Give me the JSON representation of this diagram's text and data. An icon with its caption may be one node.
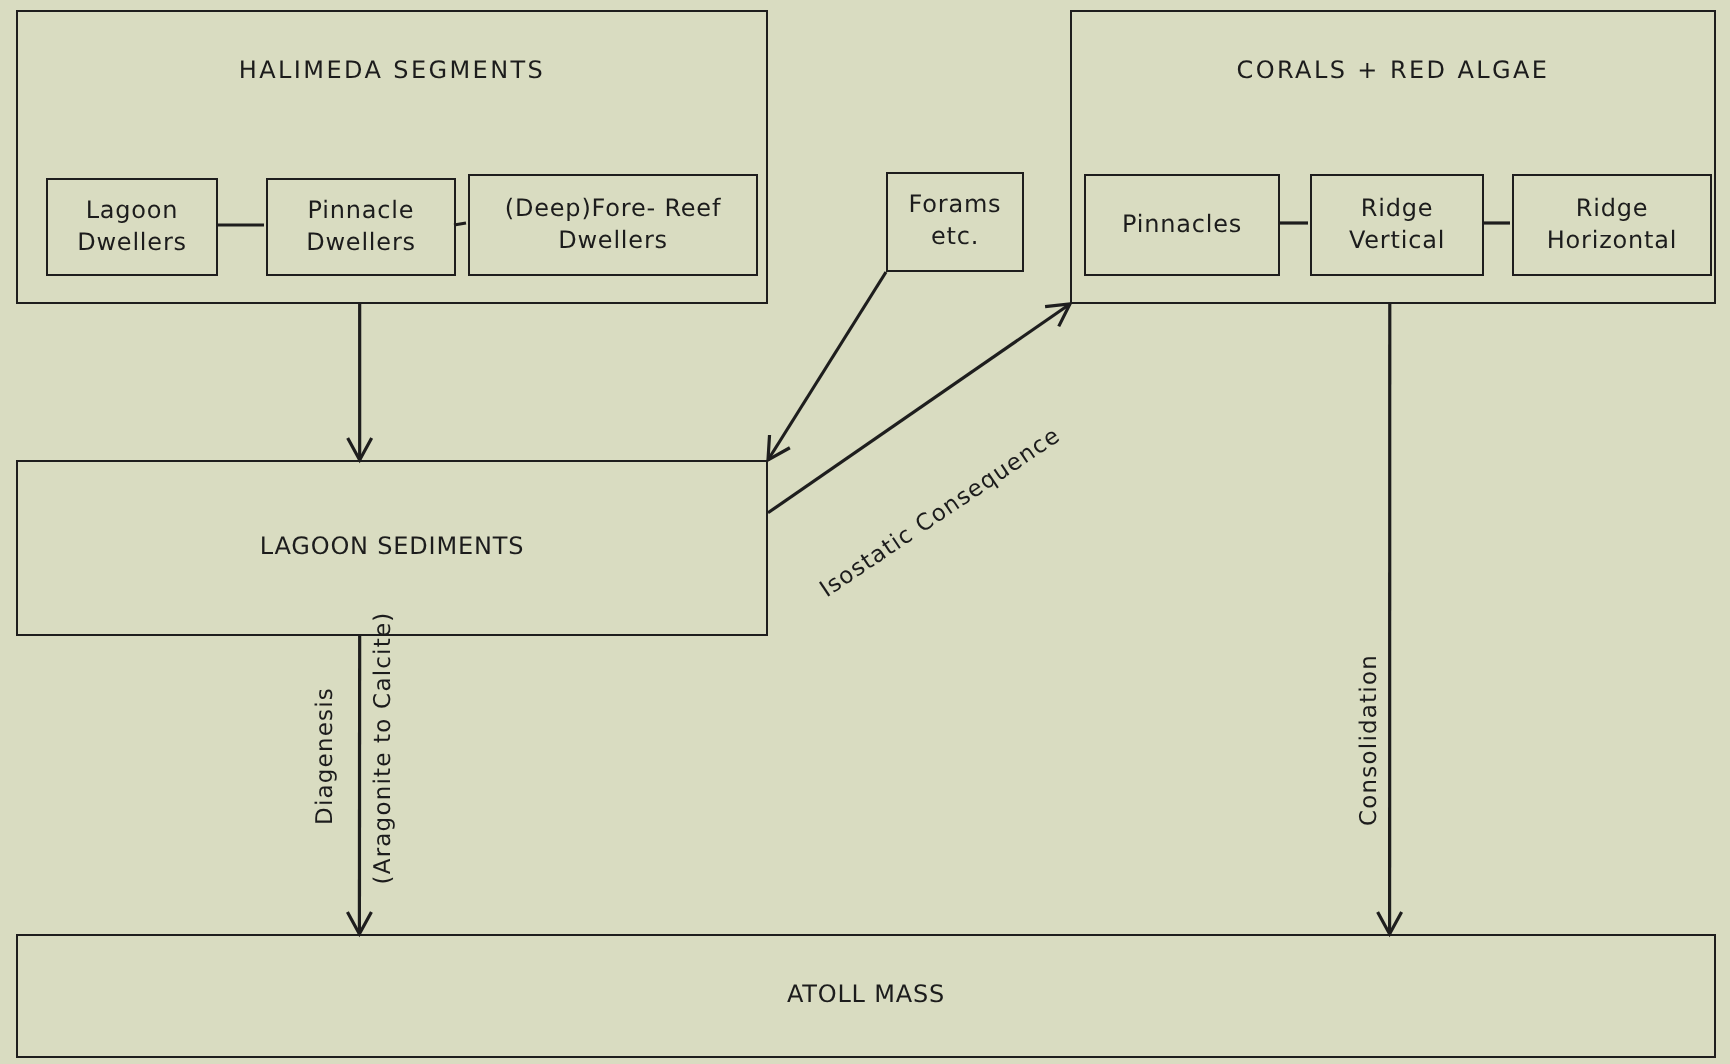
{
  "diagram": {
    "nodes": [
      {
        "text": [
          "HALIMEDA SEGMENTS"
        ]
      },
      {
        "text": [
          "Lagoon Dwellers"
        ],
        "in": 0
      },
      {
        "text": [
          "Pinnacle Dwellers"
        ],
        "in": 0
      },
      {
        "text": [
          "(Deep)Fore- Reef Dwellers"
        ],
        "in": 0
      },
      {
        "text": [
          "Forams etc."
        ]
      },
      {
        "text": [
          "CORALS + RED ALGAE"
        ]
      },
      {
        "text": [
          "Pinnacles"
        ],
        "in": 5
      },
      {
        "text": [
          "Ridge Vertical"
        ],
        "in": 5
      },
      {
        "text": [
          "Ridge Horizontal"
        ],
        "in": 5
      },
      {
        "text": [
          "LAGOON SEDIMENTS"
        ]
      },
      {
        "text": [
          "ATOLL MASS"
        ]
      }
    ],
    "edges": [
      {
        "from": 1,
        "to": 2,
        "arrow": "none"
      },
      {
        "from": 2,
        "to": 3,
        "arrow": "none"
      },
      {
        "from": 6,
        "to": 7,
        "arrow": "none"
      },
      {
        "from": 7,
        "to": 8,
        "arrow": "none"
      },
      {
        "from": 0,
        "to": 9,
        "arrow": "to"
      },
      {
        "from": 4,
        "to": 9,
        "arrow": "to"
      },
      {
        "from": 9,
        "to": 5,
        "arrow": "to",
        "label": "Isostatic Consequence"
      },
      {
        "from": 9,
        "to": 10,
        "arrow": "to",
        "label": "Diagenesis"
      },
      {
        "from": 5,
        "to": 10,
        "arrow": "to",
        "label": "Consolidation"
      }
    ],
    "labels": [
      "(Aragonite to Calcite)"
    ]
  }
}
